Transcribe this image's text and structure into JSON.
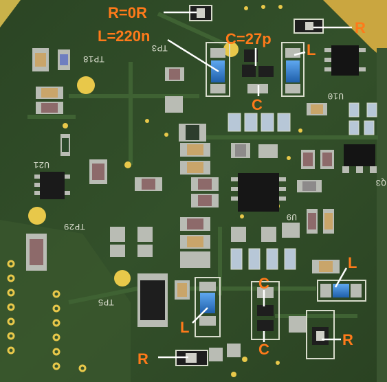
{
  "annotations": {
    "r_top": "R=0R",
    "l_220n": "L=220n",
    "c_27p": "C=27p",
    "r_right": "R",
    "l_top_right": "L",
    "c_mid": "C",
    "l_right": "L",
    "l_bottom_left": "L",
    "c_bottom_1": "C",
    "c_bottom_2": "C",
    "r_bottom_right": "R",
    "r_bottom_left": "R"
  },
  "silkscreen": {
    "tp18": "TP18",
    "tp3": "TP3",
    "u10": "U10",
    "u21": "U21",
    "tp29": "TP29",
    "u9": "U9",
    "q3": "Q3",
    "tp5": "TP5"
  },
  "colors": {
    "board_green": "#2f4a26",
    "silk_white": "#d8dccc",
    "pad_silver": "#b9bcb4",
    "gold_testpoint": "#e8c84a",
    "annotation_orange": "#ff7a1a",
    "inductor_blue": "#2f7fd0"
  }
}
